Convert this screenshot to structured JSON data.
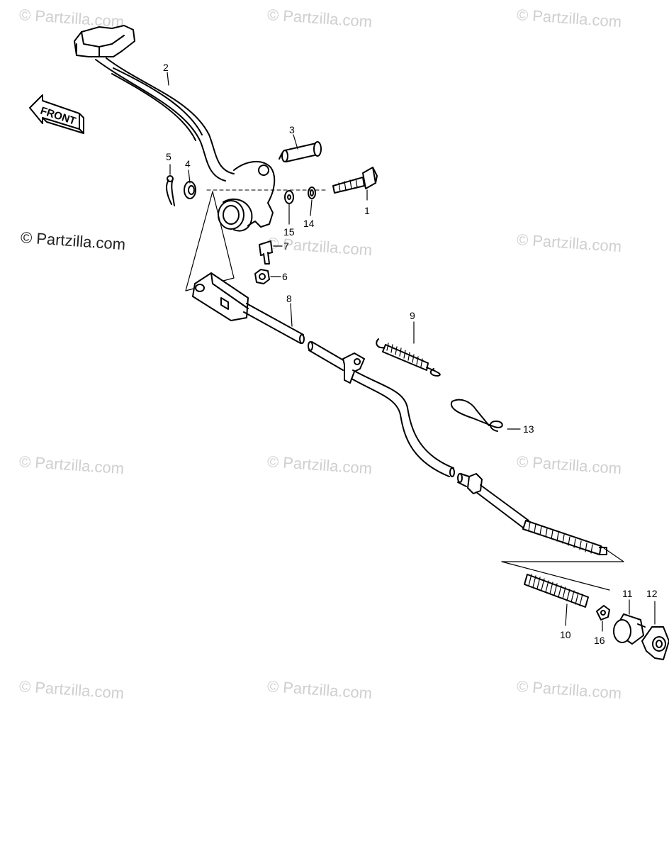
{
  "watermark_text": "© Partzilla.com",
  "front_label": "FRONT",
  "callouts": {
    "c1": "1",
    "c2": "2",
    "c3": "3",
    "c4": "4",
    "c5": "5",
    "c6": "6",
    "c7": "7",
    "c8": "8",
    "c9": "9",
    "c10": "10",
    "c11": "11",
    "c12": "12",
    "c13": "13",
    "c14": "14",
    "c15": "15",
    "c16": "16"
  },
  "colors": {
    "ink": "#000000",
    "watermark": "#cfcfcf",
    "background": "#ffffff"
  }
}
